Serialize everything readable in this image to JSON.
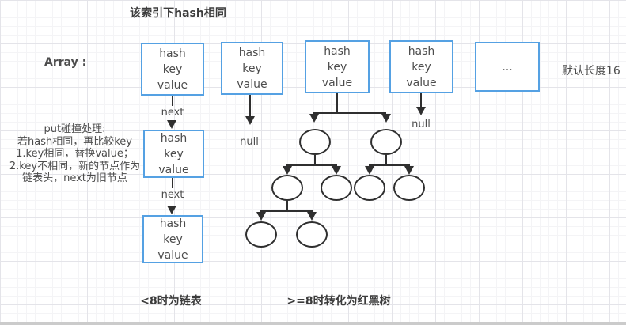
{
  "title": "该索引下hash相同",
  "array": {
    "label": "Array :",
    "node_text": "hash\nkey\nvalue",
    "ellipsis": "...",
    "default_length_note": "默认长度16"
  },
  "labels": {
    "next": "next",
    "null": "null"
  },
  "put_note": "put碰撞处理:\n若hash相同，再比较key\n1.key相同，替换value；\n2.key不相同，新的节点作为\n链表头，next为旧节点",
  "captions": {
    "linked_list": "<8时为链表",
    "red_black_tree": ">=8时转化为红黑树"
  },
  "colors": {
    "node_border": "#55a1e3",
    "connector": "#2f2f2f",
    "text": "#4c4c4c"
  }
}
